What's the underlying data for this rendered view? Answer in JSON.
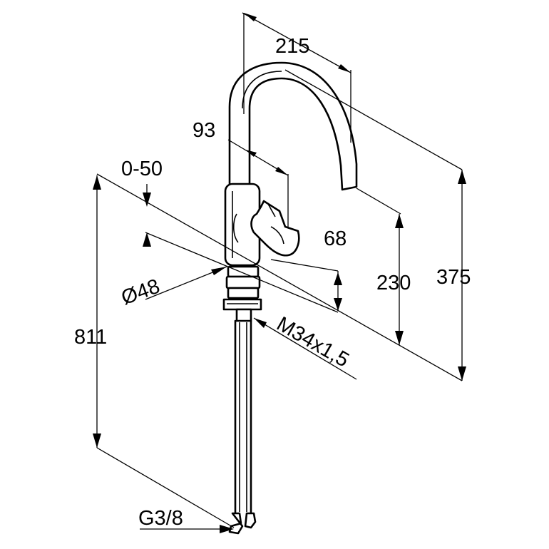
{
  "dimensions": {
    "reach": "215",
    "lever": "93",
    "adjust": "0-50",
    "base_height": "68",
    "diameter": "Ø48",
    "thread": "M34x1,5",
    "spout_height": "230",
    "total_height": "375",
    "overall_length": "811",
    "connection": "G3/8"
  }
}
